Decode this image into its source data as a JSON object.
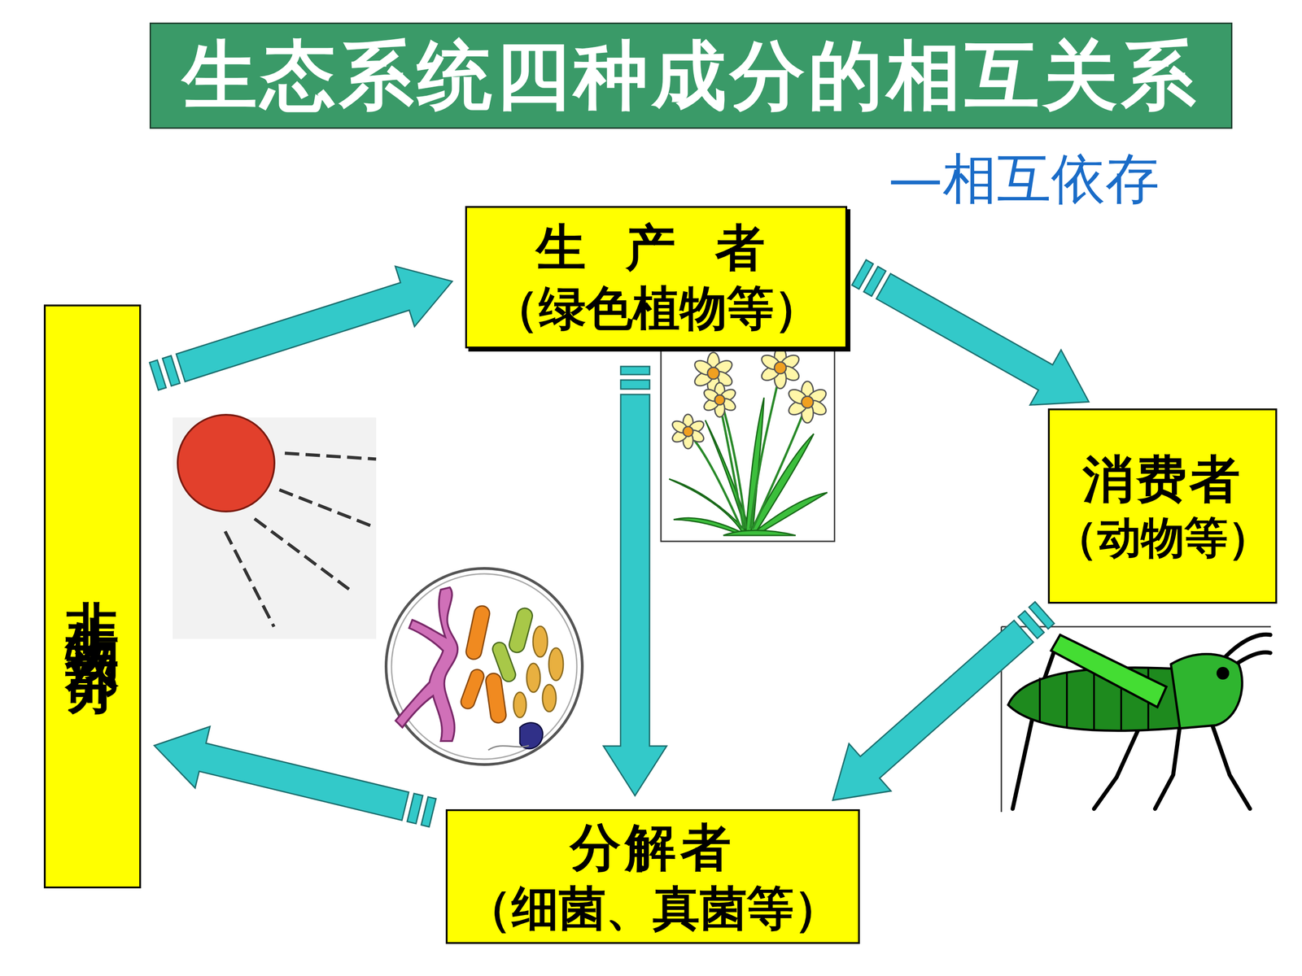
{
  "diagram": {
    "title": "生态系统四种成分的相互关系",
    "nodes": [
      {
        "text": [
          "生 产 者",
          "（绿色植物等）"
        ]
      },
      {
        "text": [
          "非生物部分"
        ]
      },
      {
        "text": [
          "消费者",
          "（动物等）"
        ]
      },
      {
        "text": [
          "分解者",
          "（细菌、真菌等）"
        ]
      }
    ],
    "edges": [
      {
        "from": 1,
        "to": 0,
        "arrow": "to"
      },
      {
        "from": 0,
        "to": 2,
        "arrow": "to"
      },
      {
        "from": 0,
        "to": 3,
        "arrow": "to"
      },
      {
        "from": 2,
        "to": 3,
        "arrow": "to"
      },
      {
        "from": 3,
        "to": 1,
        "arrow": "to"
      }
    ],
    "labels": [
      "—相互依存"
    ]
  }
}
